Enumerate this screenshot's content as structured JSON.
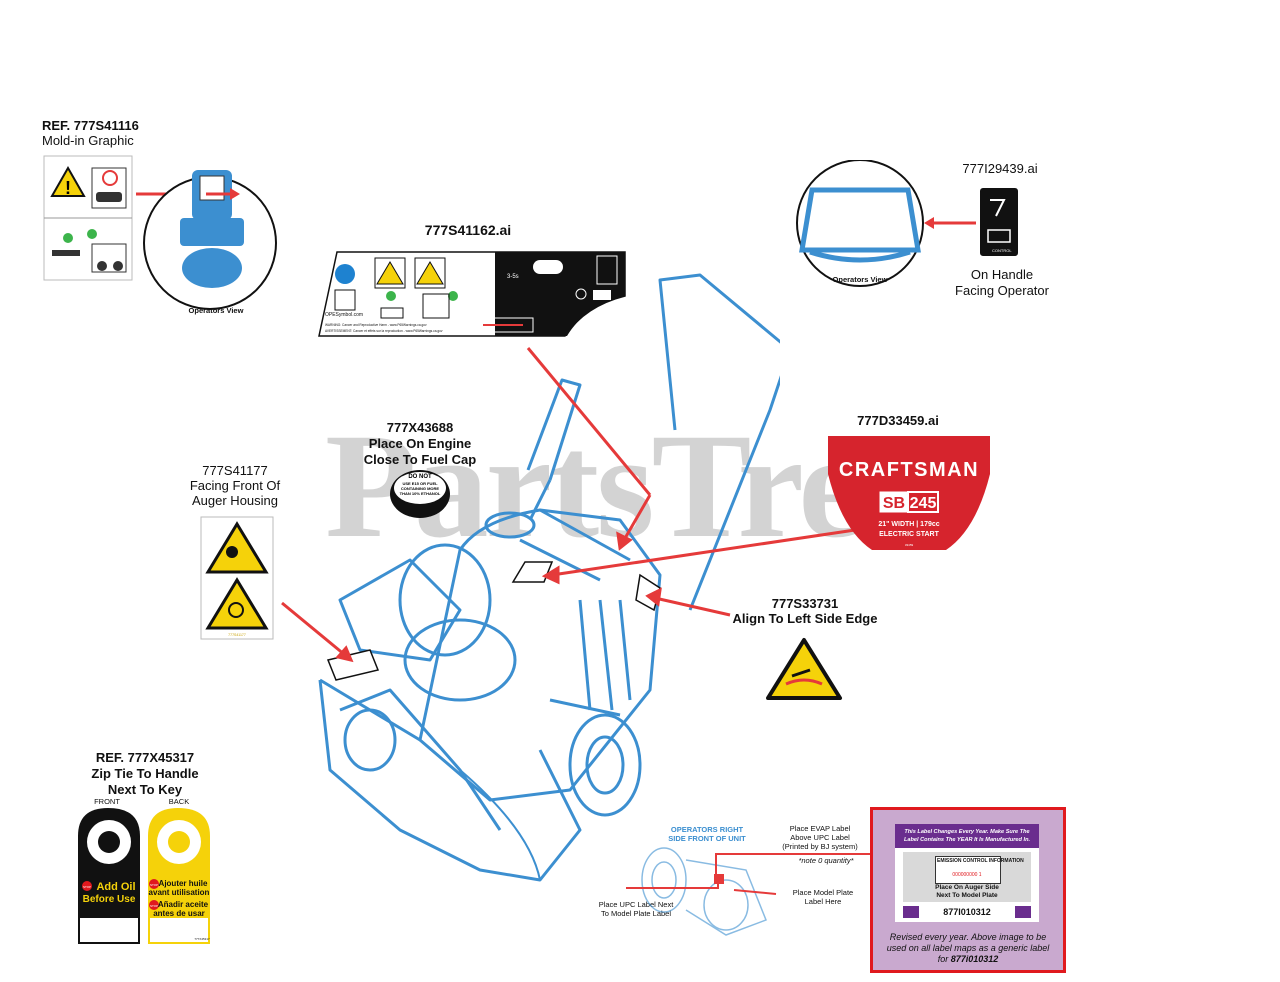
{
  "watermark": "PartsTree",
  "mold_in": {
    "ref": "REF. 777S41116",
    "desc": "Mold-in Graphic",
    "view": "Operators View"
  },
  "handle_decal": {
    "ref": "777I29439.ai",
    "view": "Operators View",
    "line1": "On Handle",
    "line2": "Facing Operator",
    "tiny": "CONTROL"
  },
  "panel_decal": {
    "ref": "777S41162.ai",
    "speed": "3-5s",
    "site": "OPESymbol.com",
    "warning1": "WARNING: Cancer and Reproductive Harm - www.P65Warnings.ca.gov",
    "warning2": "AVERTISSEMENT: Cancer et effets sur la reproduction - www.P65Warnings.ca.gov"
  },
  "fuel_cap": {
    "ref": "777X43688",
    "line1": "Place On Engine",
    "line2": "Close To Fuel Cap",
    "t1": "DO NOT",
    "t2": "USE E15 OR FUEL",
    "t3": "CONTAINING MORE",
    "t4": "THAN 10% ETHANOL"
  },
  "auger": {
    "ref": "777S41177",
    "line1": "Facing Front Of",
    "line2": "Auger Housing",
    "code": "777S41177"
  },
  "craftsman": {
    "ref": "777D33459.ai",
    "tm": "TM",
    "brand": "CRAFTSMAN",
    "model_prefix": "SB",
    "model_num": "245",
    "spec": "21\" WIDTH | 179cc",
    "start": "ELECTRIC START",
    "code": "33459"
  },
  "left_edge": {
    "ref": "777S33731",
    "desc": "Align To Left Side Edge"
  },
  "zip_tie": {
    "ref": "REF. 777X45317",
    "line1": "Zip Tie To Handle",
    "line2": "Next To Key",
    "front": "FRONT",
    "back": "BACK",
    "stop": "STOP",
    "f1": "Add Oil",
    "f2": "Before Use",
    "b1": "Ajouter huile",
    "b2": "avant utilisation",
    "b3": "Añadir aceite",
    "b4": "antes de usar",
    "code": "777X45317"
  },
  "model_plate": {
    "side": "OPERATORS RIGHT",
    "side2": "SIDE FRONT OF UNIT",
    "evap1": "Place EVAP Label",
    "evap2": "Above UPC Label",
    "evap3": "(Printed by BJ system)",
    "note": "*note 0 quantity*",
    "upc1": "Place UPC Label Next",
    "upc2": "To Model Plate Label",
    "plate1": "Place Model Plate",
    "plate2": "Label Here"
  },
  "year_label": {
    "h1": "This Label Changes Every Year. Make Sure The",
    "h2": "Label Contains The YEAR It Is Manufactured In.",
    "inner1": "EMISSION CONTROL INFORMATION",
    "inner2": "000000000 1",
    "place1": "Place On Auger Side",
    "place2": "Next To Model Plate",
    "part": "877I010312",
    "rev1": "Revised every year. Above image to be",
    "rev2": "used on all label maps as a generic label",
    "rev3": "for",
    "rev_part": "877i010312"
  },
  "colors": {
    "accent_red": "#e53a3a",
    "machine_blue": "#3c8fd0",
    "safety_yellow": "#f5d20a",
    "craftsman_red": "#d6242d",
    "purple": "#6a2d8e",
    "frame_red": "#e0191e"
  }
}
